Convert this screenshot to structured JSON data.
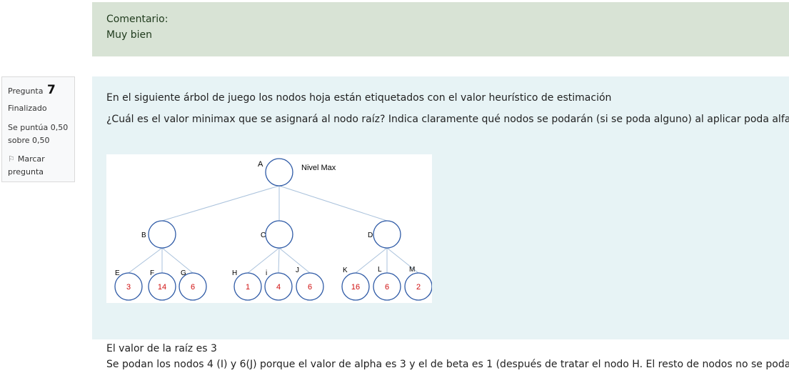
{
  "feedback": {
    "label": "Comentario:",
    "text": "Muy bien"
  },
  "question_info": {
    "label": "Pregunta",
    "number": "7",
    "state": "Finalizado",
    "grade": "Se puntúa 0,50 sobre 0,50",
    "flag_label": "Marcar pregunta",
    "flag_icon": "flag-icon"
  },
  "question": {
    "line1": "En el siguiente árbol de juego los nodos hoja están etiquetados con el valor heurístico de estimación",
    "line2": "¿Cuál es el valor minimax que se asignará al nodo raíz?  Indica claramente qué nodos se podarán (si se poda alguno) al aplicar poda alfa-beta."
  },
  "tree": {
    "level_label": "Nivel Max",
    "root": {
      "label": "A"
    },
    "middle": [
      {
        "label": "B"
      },
      {
        "label": "C"
      },
      {
        "label": "D"
      }
    ],
    "leaves": [
      {
        "label": "E",
        "value": "3"
      },
      {
        "label": "F",
        "value": "14"
      },
      {
        "label": "G",
        "value": "6"
      },
      {
        "label": "H",
        "value": "1"
      },
      {
        "label": "i",
        "value": "4"
      },
      {
        "label": "J",
        "value": "6"
      },
      {
        "label": "K",
        "value": "16"
      },
      {
        "label": "L",
        "value": "6"
      },
      {
        "label": "M",
        "value": "2"
      }
    ],
    "colors": {
      "node_stroke": "#2e5aa6",
      "edge": "#aac2dc",
      "leaf_value": "#d01010",
      "label": "#000000"
    }
  },
  "answer": {
    "line1": "El valor de la raíz es 3",
    "line2": "Se podan los nodos 4 (I) y 6(J) porque el valor de alpha es 3 y el de beta es 1 (después de tratar el nodo H. El resto de nodos no se podan."
  }
}
